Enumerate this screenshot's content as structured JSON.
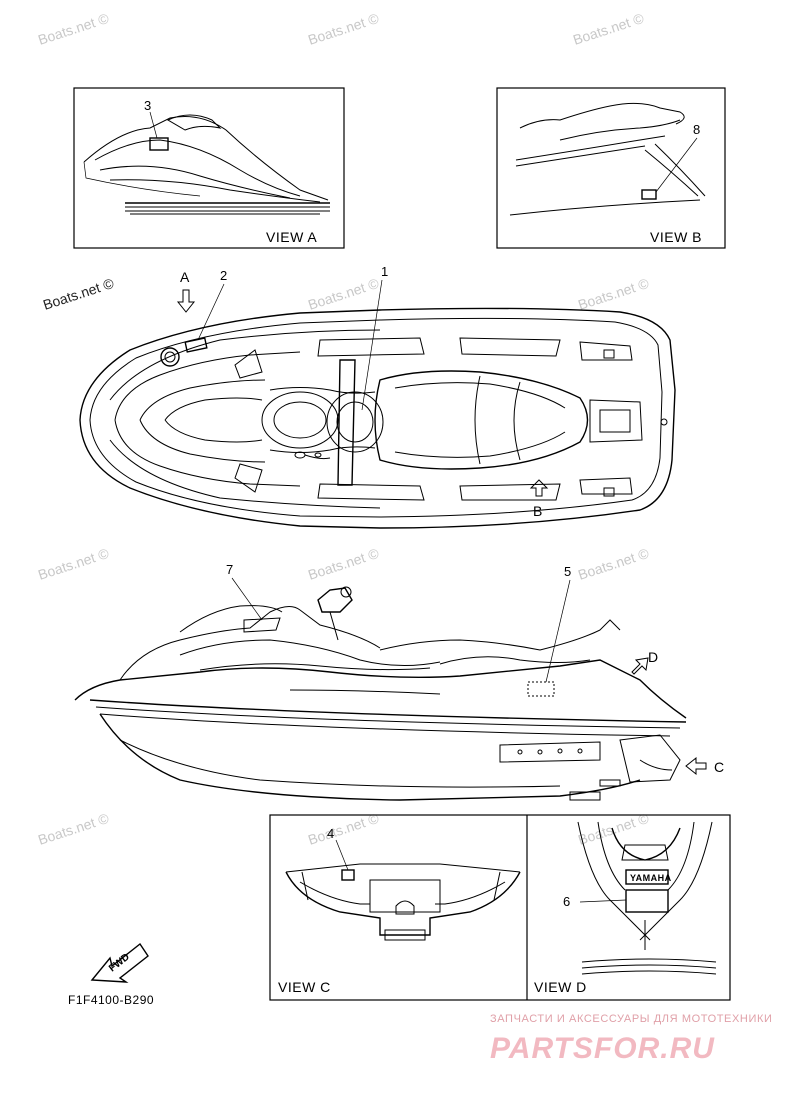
{
  "watermark": "Boats.net ©",
  "views": {
    "view_a": "VIEW A",
    "view_b": "VIEW B",
    "view_c": "VIEW C",
    "view_d": "VIEW D"
  },
  "callouts": [
    "1",
    "2",
    "3",
    "4",
    "5",
    "6",
    "7",
    "8"
  ],
  "arrows": {
    "a": "A",
    "b": "B",
    "c": "C",
    "d": "D"
  },
  "fwd_label": "FWD",
  "brand_badge": "YAMAHA",
  "part_number": "F1F4100-B290",
  "promo": {
    "tagline": "ЗАПЧАСТИ И АКСЕССУАРЫ ДЛЯ МОТОТЕХНИКИ",
    "logo": "PARTSFOR.RU"
  }
}
